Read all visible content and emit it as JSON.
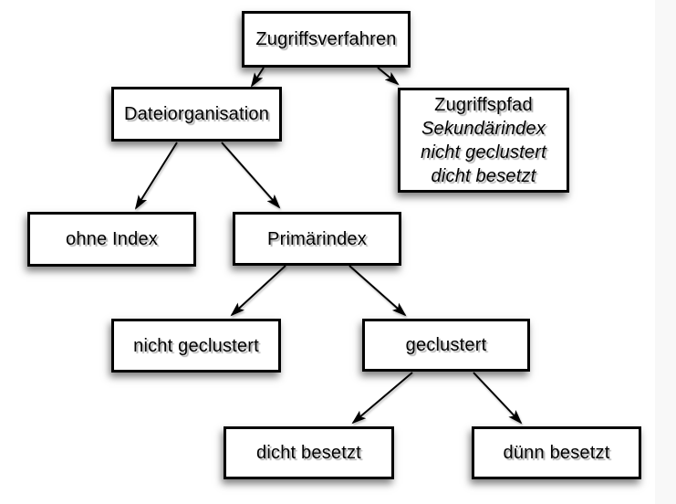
{
  "page": {
    "background_color": "#ffffff",
    "right_margin_color": "#f8f8f8"
  },
  "diagram": {
    "type": "tree",
    "box_fill": "#ffffff",
    "box_border_color": "#000000",
    "arrow_color": "#000000",
    "nodes": {
      "zugriffsverfahren": {
        "label": "Zugriffsverfahren"
      },
      "dateiorganisation": {
        "label": "Dateiorganisation"
      },
      "zugriffspfad": {
        "lines": [
          "Zugriffspfad",
          "Sekundärindex",
          "nicht geclustert",
          "dicht besetzt"
        ]
      },
      "ohne_index": {
        "label": "ohne Index"
      },
      "primaerindex": {
        "label": "Primärindex"
      },
      "nicht_geclustert": {
        "label": "nicht geclustert"
      },
      "geclustert": {
        "label": "geclustert"
      },
      "dicht_besetzt": {
        "label": "dicht besetzt"
      },
      "duenn_besetzt": {
        "label": "dünn besetzt"
      }
    },
    "edges": [
      {
        "from": "zugriffsverfahren",
        "to": "dateiorganisation"
      },
      {
        "from": "zugriffsverfahren",
        "to": "zugriffspfad"
      },
      {
        "from": "dateiorganisation",
        "to": "ohne_index"
      },
      {
        "from": "dateiorganisation",
        "to": "primaerindex"
      },
      {
        "from": "primaerindex",
        "to": "nicht_geclustert"
      },
      {
        "from": "primaerindex",
        "to": "geclustert"
      },
      {
        "from": "geclustert",
        "to": "dicht_besetzt"
      },
      {
        "from": "geclustert",
        "to": "duenn_besetzt"
      }
    ]
  }
}
